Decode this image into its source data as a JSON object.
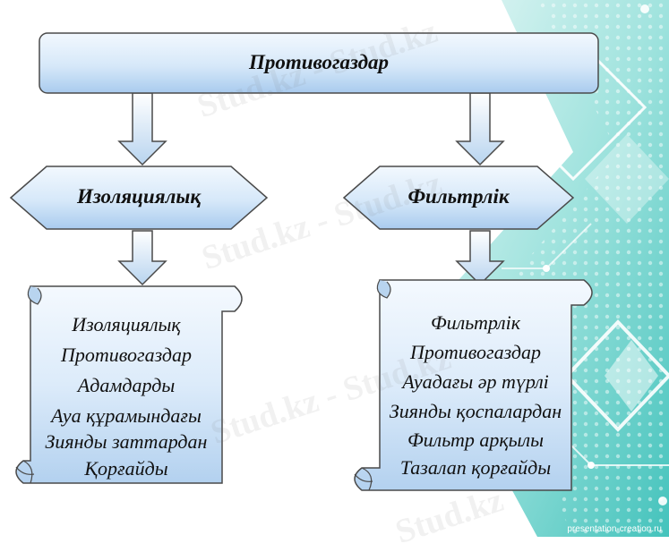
{
  "diagram": {
    "root": {
      "label": "Противогаздар"
    },
    "branches": [
      {
        "label": "Изоляциялық",
        "lines": [
          "Изоляциялық",
          "Противогаздар",
          "Адамдарды",
          "Ауа құрамындағы",
          "Зиянды заттардан",
          "Қорғайды"
        ]
      },
      {
        "label": "Фильтрлік",
        "lines": [
          "Фильтрлік",
          "Противогаздар",
          "Ауадағы әр түрлі",
          "Зиянды қоспалардан",
          "Фильтр арқылы",
          "Тазалап қорғайды"
        ]
      }
    ]
  },
  "watermark": [
    "Stud.kz - Stud.kz",
    "Stud.kz - Stud.kz",
    "Stud.kz - Stud.kz",
    "Stud.kz"
  ],
  "credit": "presentation-creation.ru",
  "colors": {
    "box_light": "#e6f2fc",
    "box_dark": "#a9cbee",
    "outline": "#4a4a4a",
    "teal": "#2ec4bb"
  }
}
